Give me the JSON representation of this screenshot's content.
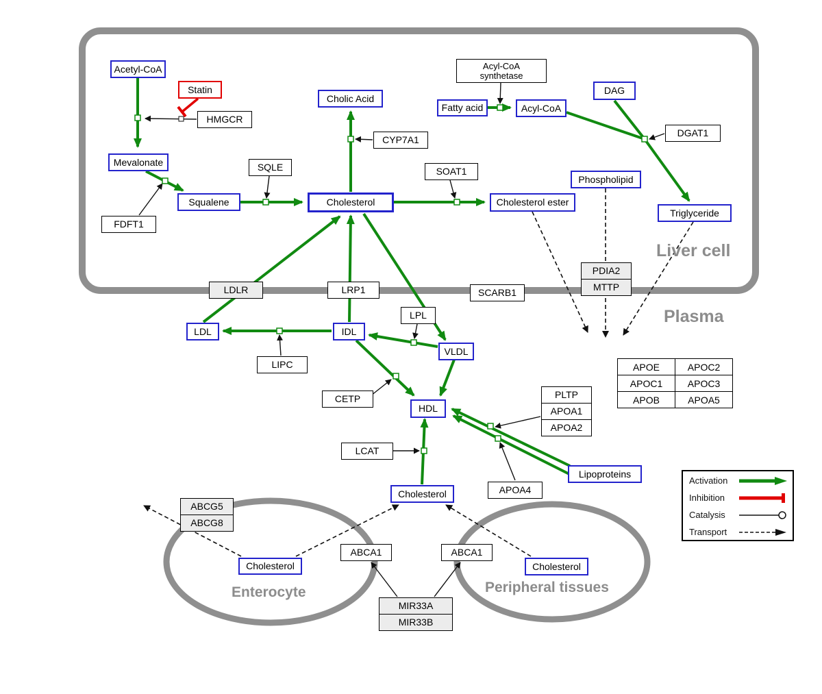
{
  "regions": {
    "liver": "Liver cell",
    "plasma": "Plasma",
    "enterocyte": "Enterocyte",
    "peripheral": "Peripheral tissues"
  },
  "metabolites": {
    "acetyl_coa": "Acetyl-CoA",
    "mevalonate": "Mevalonate",
    "squalene": "Squalene",
    "cholesterol_liver": "Cholesterol",
    "cholic_acid": "Cholic Acid",
    "fatty_acid": "Fatty acid",
    "acyl_coa": "Acyl-CoA",
    "dag": "DAG",
    "phospholipid": "Phospholipid",
    "cholesterol_ester": "Cholesterol ester",
    "triglyceride": "Triglyceride",
    "ldl": "LDL",
    "idl": "IDL",
    "vldl": "VLDL",
    "hdl": "HDL",
    "cholesterol_plasma": "Cholesterol",
    "lipoproteins": "Lipoproteins",
    "cholesterol_enterocyte": "Cholesterol",
    "cholesterol_peripheral": "Cholesterol"
  },
  "drugs": {
    "statin": "Statin"
  },
  "proteins": {
    "hmgcr": "HMGCR",
    "fdft1": "FDFT1",
    "sqle": "SQLE",
    "cyp7a1": "CYP7A1",
    "soat1": "SOAT1",
    "acs_line1": "Acyl-CoA",
    "acs_line2": "synthetase",
    "dgat1": "DGAT1",
    "pdia2": "PDIA2",
    "mttp": "MTTP",
    "ldlr": "LDLR",
    "lrp1": "LRP1",
    "scarb1": "SCARB1",
    "lpl": "LPL",
    "lipc": "LIPC",
    "cetp": "CETP",
    "lcat": "LCAT",
    "pltp": "PLTP",
    "apoa1": "APOA1",
    "apoa2": "APOA2",
    "apoa4": "APOA4",
    "abcg5": "ABCG5",
    "abcg8": "ABCG8",
    "abca1_enterocyte": "ABCA1",
    "abca1_peripheral": "ABCA1",
    "mir33a": "MIR33A",
    "mir33b": "MIR33B"
  },
  "apo_table": [
    [
      "APOE",
      "APOC2"
    ],
    [
      "APOC1",
      "APOC3"
    ],
    [
      "APOB",
      "APOA5"
    ]
  ],
  "legend": {
    "activation": "Activation",
    "inhibition": "Inhibition",
    "catalysis": "Catalysis",
    "transport": "Transport"
  },
  "colors": {
    "activation_green": "#118a11",
    "inhibition_red": "#e10000",
    "metabolite_blue": "#2323cc",
    "membrane_gray": "#8f8f8f"
  }
}
